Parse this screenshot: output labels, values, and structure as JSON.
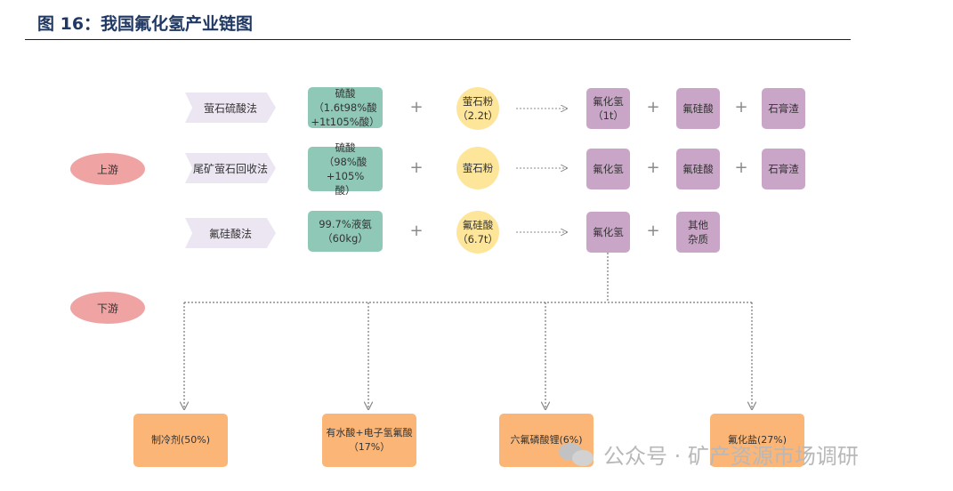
{
  "title": "图 16：我国氟化氢产业链图",
  "stages": {
    "upstream": "上游",
    "downstream": "下游"
  },
  "processes": [
    "萤石硫酸法",
    "尾矿萤石回收法",
    "氟硅酸法"
  ],
  "rows": [
    {
      "acid": "硫酸\n（1.6t98%酸\n+1t105%酸）",
      "material": "萤石粉\n（2.2t）",
      "products": [
        "氟化氢\n（1t）",
        "氟硅酸",
        "石膏渣"
      ]
    },
    {
      "acid": "硫酸\n（98%酸+105%\n酸）",
      "material": "萤石粉",
      "products": [
        "氟化氢",
        "氟硅酸",
        "石膏渣"
      ]
    },
    {
      "acid": "99.7%液氨\n（60kg）",
      "material": "氟硅酸\n（6.7t）",
      "products": [
        "氟化氢",
        "其他\n杂质"
      ]
    }
  ],
  "plus_sign": "+",
  "downstream": [
    "制冷剂(50%)",
    "有水酸+电子氢氟酸\n（17%）",
    "六氟磷酸锂(6%)",
    "氟化盐(27%)"
  ],
  "watermark": {
    "text": "公众号 · 矿产资源市场调研",
    "icon": "wechat-icon"
  },
  "colors": {
    "title": "#1f3864",
    "process_arrow": "#ece6f3",
    "stage_pill": "#f0a3a3",
    "acid_box": "#8fc8b6",
    "material_circle": "#fde59a",
    "product_box": "#c9a6c7",
    "downstream_box": "#fbb677"
  }
}
